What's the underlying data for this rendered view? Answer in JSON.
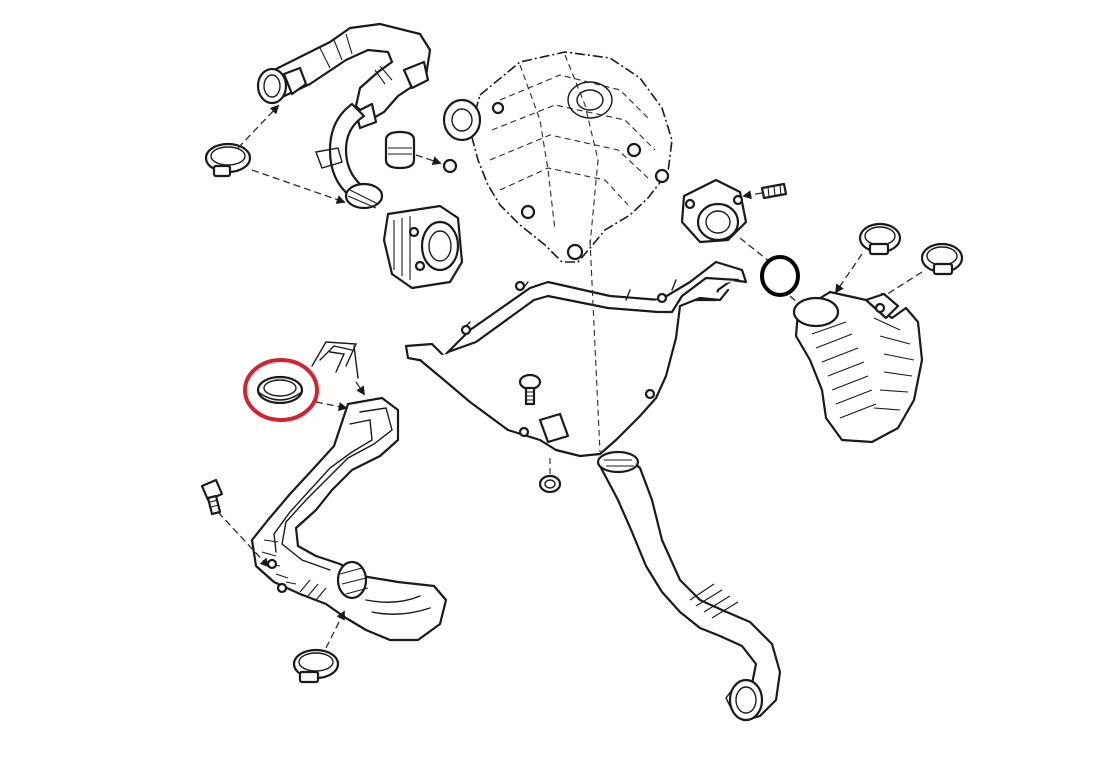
{
  "diagram": {
    "highlight_color": "#d42330",
    "seal_ring_color": "#000000",
    "line_color": "#1a1a1a",
    "background": "#ffffff",
    "parts": [
      "upper-left-intake-hose",
      "upper-left-hose-clamp",
      "throttle-body",
      "intake-manifold-engine",
      "turbo-outlet-connector",
      "connector-bolt",
      "o-ring-seal",
      "right-hose-clamp-1",
      "right-hose-clamp-2",
      "right-intercooler-hose",
      "support-bracket-frame",
      "bracket-bolt",
      "highlighted-seal-ring",
      "wire-retaining-clip",
      "lower-left-intake-pipe",
      "lower-left-bolt",
      "lower-left-hose-clamp",
      "lower-center-hose"
    ]
  }
}
